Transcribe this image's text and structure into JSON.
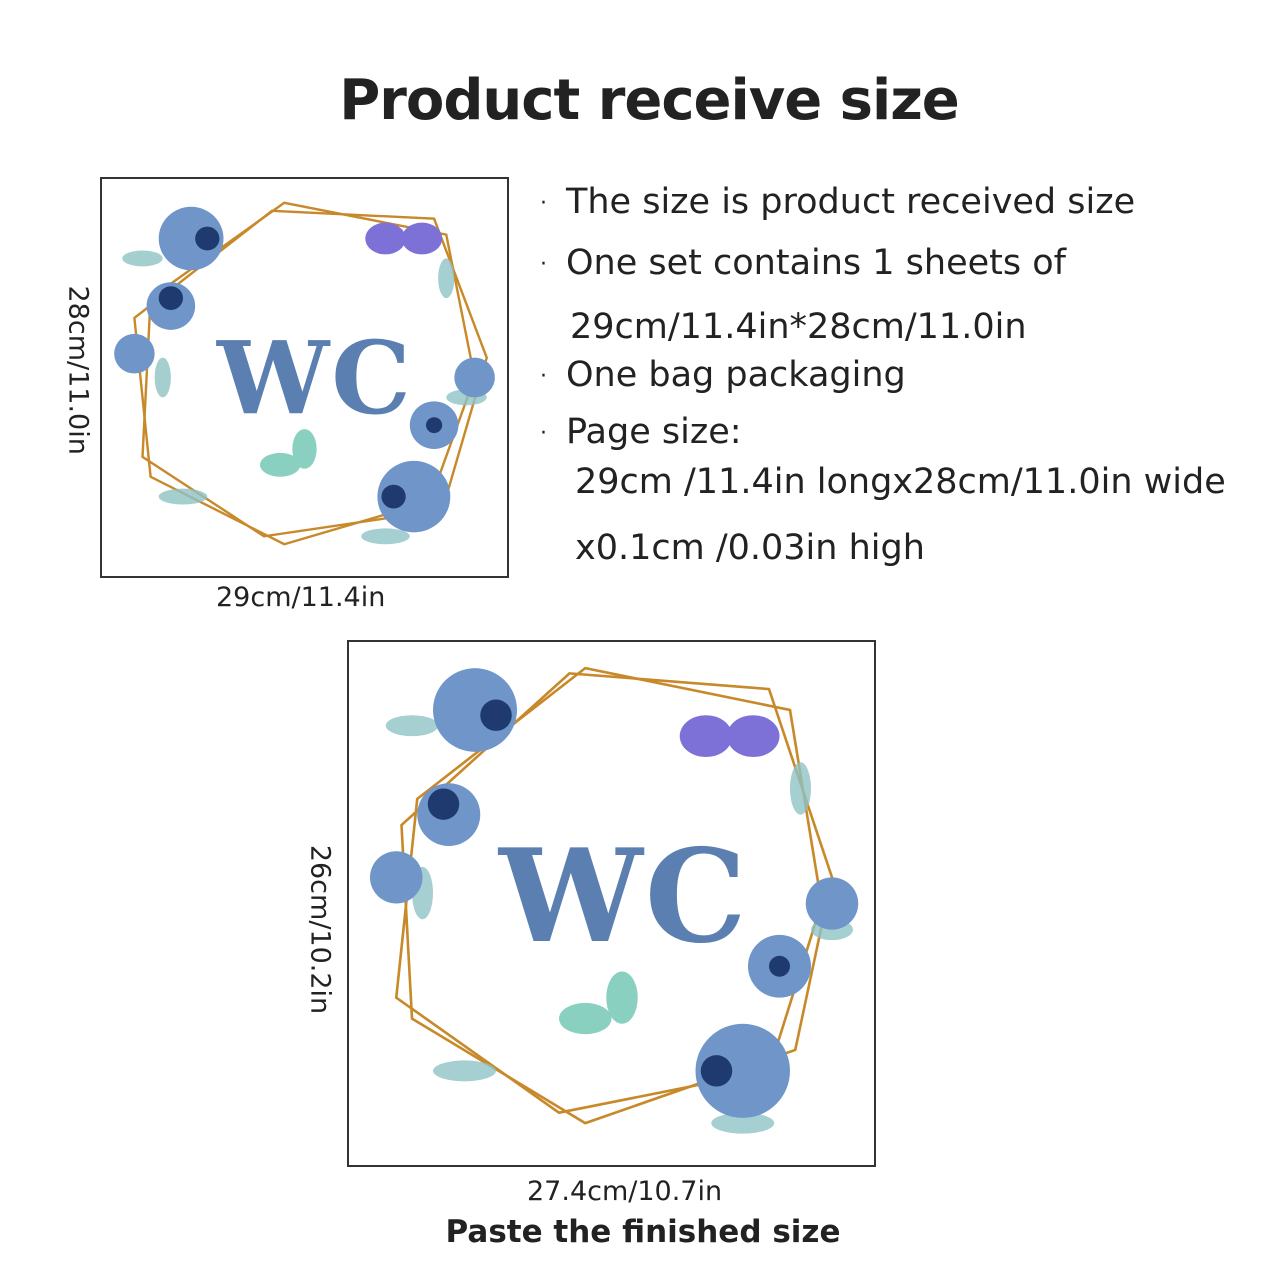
{
  "title": "Product receive size",
  "product_received": {
    "width_label": "29cm/11.4in",
    "height_label": "28cm/11.0in",
    "sign_text": "WC"
  },
  "bullets": [
    {
      "text": "The size is product received size"
    },
    {
      "text": "One set contains 1 sheets of"
    },
    {
      "text": "29cm/11.4in*28cm/11.0in"
    },
    {
      "text": "One bag packaging"
    },
    {
      "text": "Page size:"
    },
    {
      "text": "29cm /11.4in  longx28cm/11.0in wide"
    },
    {
      "text": "x0.1cm /0.03in high"
    }
  ],
  "finished": {
    "width_label": "27.4cm/10.7in",
    "height_label": "26cm/10.2in",
    "sign_text": "WC",
    "caption": "Paste the finished size"
  },
  "colors": {
    "accent_blue": "#5a7fb0",
    "gold": "#c8892a",
    "flower_dark": "#1f3a6e"
  }
}
